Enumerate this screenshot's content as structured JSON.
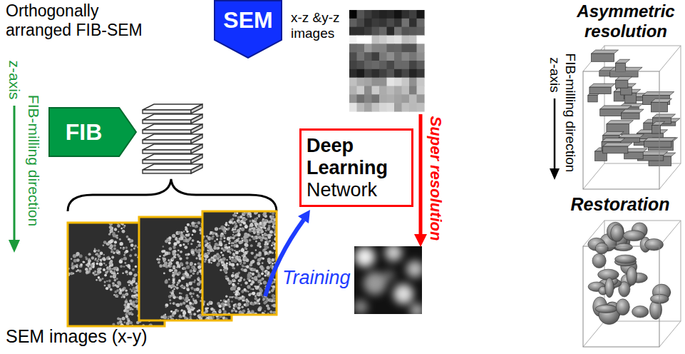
{
  "diagram": {
    "nodes": [
      {
        "text": [
          "SEM"
        ]
      },
      {
        "text": [
          "FIB"
        ]
      },
      {
        "text": [
          "Deep Learning",
          "Network"
        ]
      }
    ],
    "labels": [
      "Orthogonally arranged FIB-SEM",
      "z-axis",
      "FIB-milling direction",
      "SEM images (x-y)",
      "Training",
      "x-z &y-z images",
      "Super resolution",
      "Asymmetric resolution",
      "z-axis",
      "FIB-milling direction",
      "Restoration"
    ]
  }
}
